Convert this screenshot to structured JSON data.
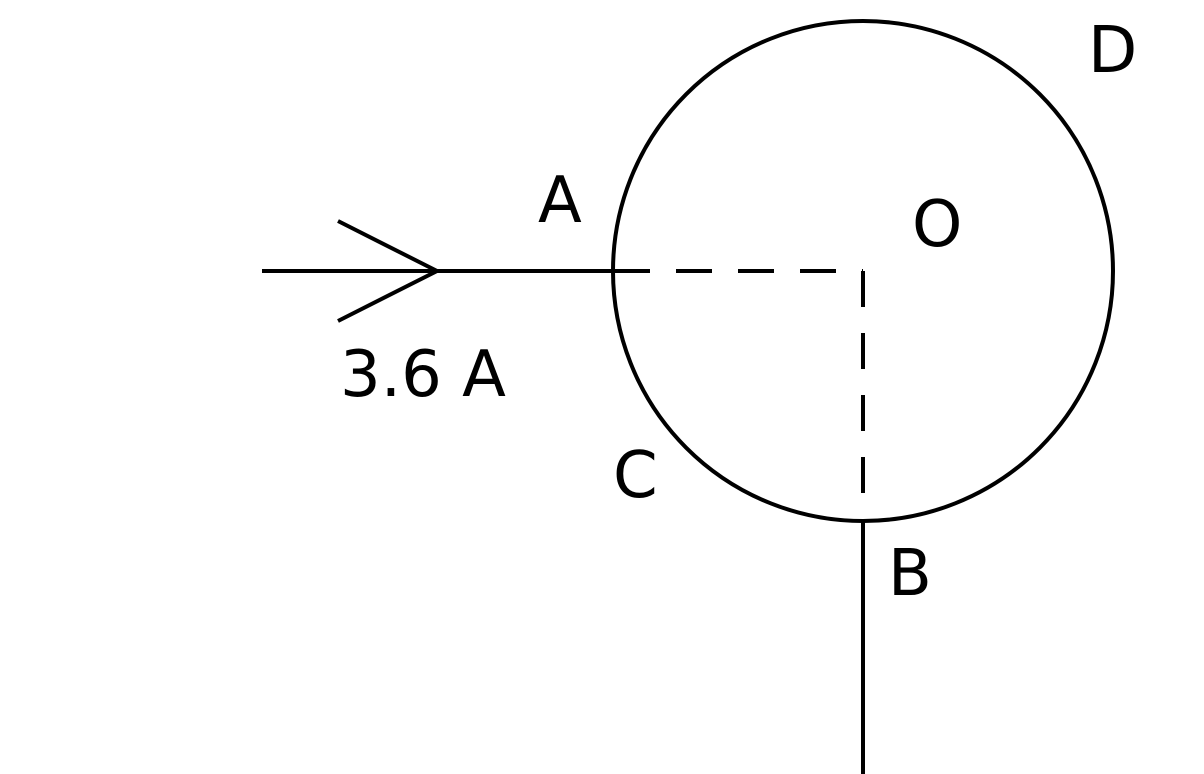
{
  "colors": {
    "background": "#ffffff",
    "ink": "#000000"
  },
  "labels": {
    "point_a": "A",
    "point_b": "B",
    "point_c": "C",
    "point_d": "D",
    "center_o": "O",
    "current": "3.6 A"
  },
  "icons": {
    "current_direction": "arrowhead-right-icon"
  }
}
